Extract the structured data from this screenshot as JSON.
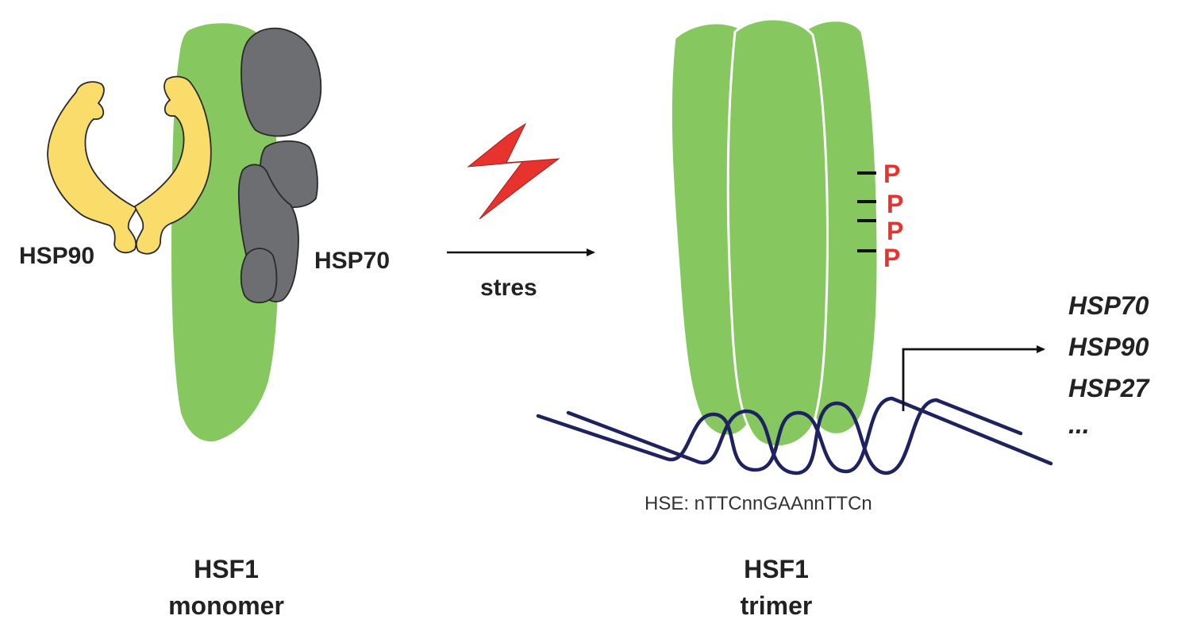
{
  "labels": {
    "hsp90": "HSP90",
    "hsp70": "HSP70",
    "stress": "stres",
    "monomer_line1": "HSF1",
    "monomer_line2": "monomer",
    "trimer_line1": "HSF1",
    "trimer_line2": "trimer",
    "phospho": [
      "P",
      "P",
      "P",
      "P"
    ],
    "hse": "HSE: nTTCnnGAAnnTTCn",
    "target_genes": [
      "HSP70",
      "HSP90",
      "HSP27",
      "..."
    ]
  },
  "colors": {
    "hsf1_green": "#86c85f",
    "hsp90_yellow": "#f9dc6a",
    "hsp70_gray": "#6d6e71",
    "stress_red": "#e8322e",
    "phospho_red": "#e8322e",
    "dna_navy": "#1e2260",
    "text": "#222222"
  },
  "icons": {
    "stress": "lightning-bolt-icon"
  }
}
